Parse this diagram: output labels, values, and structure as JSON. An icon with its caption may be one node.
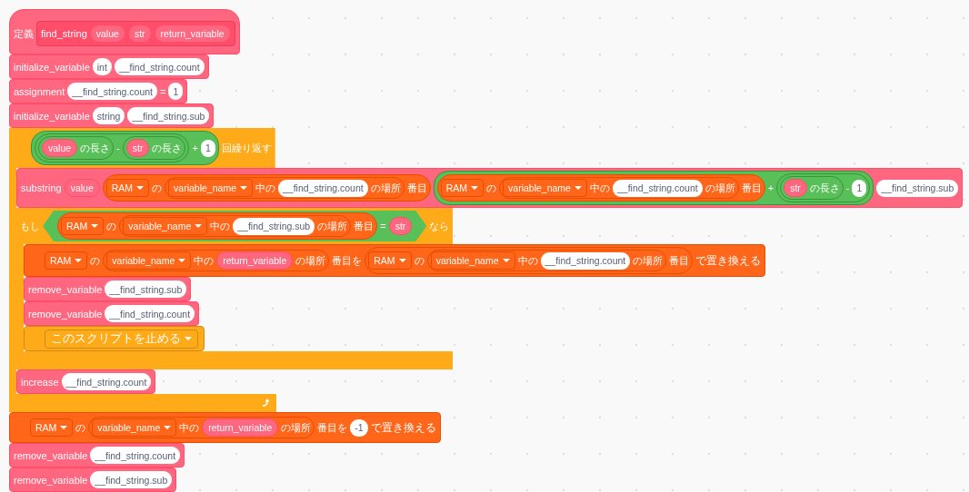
{
  "diagram": {
    "nodes": [
      {
        "text": [
          "定義"
        ]
      },
      {
        "text": [
          "find_string"
        ],
        "in": 0
      },
      {
        "text": [
          "value"
        ],
        "in": 1
      },
      {
        "text": [
          "str"
        ],
        "in": 1
      },
      {
        "text": [
          "return_variable"
        ],
        "in": 1
      },
      {
        "text": [
          "initialize_variable"
        ]
      },
      {
        "text": [
          "int"
        ],
        "in": 5
      },
      {
        "text": [
          "__find_string.count"
        ],
        "in": 5
      },
      {
        "text": [
          "assignment",
          "="
        ]
      },
      {
        "text": [
          "__find_string.count"
        ],
        "in": 8
      },
      {
        "text": [
          "1"
        ],
        "in": 8
      },
      {
        "text": [
          "initialize_variable"
        ]
      },
      {
        "text": [
          "string"
        ],
        "in": 11
      },
      {
        "text": [
          "__find_string.sub"
        ],
        "in": 11
      },
      {
        "text": [
          "回繰り返す"
        ]
      },
      {
        "text": [
          "+"
        ],
        "in": 14
      },
      {
        "text": [
          "-"
        ],
        "in": 15
      },
      {
        "text": [
          "の長さ"
        ],
        "in": 16
      },
      {
        "text": [
          "value"
        ],
        "in": 17
      },
      {
        "text": [
          "の長さ"
        ],
        "in": 16
      },
      {
        "text": [
          "str"
        ],
        "in": 19
      },
      {
        "text": [
          "1"
        ],
        "in": 15
      },
      {
        "text": [
          "substring"
        ],
        "in": 14
      },
      {
        "text": [
          "value"
        ],
        "in": 22
      },
      {
        "text": [
          "の",
          "番目"
        ],
        "in": 22
      },
      {
        "text": [
          "RAM"
        ],
        "in": 24
      },
      {
        "text": [
          "中の",
          "の場所"
        ],
        "in": 24
      },
      {
        "text": [
          "variable_name"
        ],
        "in": 26
      },
      {
        "text": [
          "__find_string.count"
        ],
        "in": 26
      },
      {
        "text": [
          "+"
        ],
        "in": 22
      },
      {
        "text": [
          "の",
          "番目"
        ],
        "in": 29
      },
      {
        "text": [
          "RAM"
        ],
        "in": 30
      },
      {
        "text": [
          "中の",
          "の場所"
        ],
        "in": 30
      },
      {
        "text": [
          "variable_name"
        ],
        "in": 32
      },
      {
        "text": [
          "__find_string.count"
        ],
        "in": 32
      },
      {
        "text": [
          "-"
        ],
        "in": 29
      },
      {
        "text": [
          "の長さ"
        ],
        "in": 35
      },
      {
        "text": [
          "str"
        ],
        "in": 36
      },
      {
        "text": [
          "1"
        ],
        "in": 35
      },
      {
        "text": [
          "__find_string.sub"
        ],
        "in": 22
      },
      {
        "text": [
          "もし",
          "なら"
        ],
        "in": 14
      },
      {
        "text": [
          "="
        ],
        "in": 40
      },
      {
        "text": [
          "の",
          "番目"
        ],
        "in": 41
      },
      {
        "text": [
          "RAM"
        ],
        "in": 42
      },
      {
        "text": [
          "中の",
          "の場所"
        ],
        "in": 42
      },
      {
        "text": [
          "variable_name"
        ],
        "in": 44
      },
      {
        "text": [
          "__find_string.sub"
        ],
        "in": 44
      },
      {
        "text": [
          "str"
        ],
        "in": 41
      },
      {
        "text": [
          "の",
          "番目を",
          "で置き換える"
        ],
        "in": 40
      },
      {
        "text": [
          "RAM"
        ],
        "in": 48
      },
      {
        "text": [
          "中の",
          "の場所"
        ],
        "in": 48
      },
      {
        "text": [
          "variable_name"
        ],
        "in": 50
      },
      {
        "text": [
          "return_variable"
        ],
        "in": 50
      },
      {
        "text": [
          "の",
          "番目"
        ],
        "in": 48
      },
      {
        "text": [
          "RAM"
        ],
        "in": 53
      },
      {
        "text": [
          "中の",
          "の場所"
        ],
        "in": 53
      },
      {
        "text": [
          "variable_name"
        ],
        "in": 55
      },
      {
        "text": [
          "__find_string.count"
        ],
        "in": 55
      },
      {
        "text": [
          "remove_variable"
        ],
        "in": 40
      },
      {
        "text": [
          "__find_string.sub"
        ],
        "in": 58
      },
      {
        "text": [
          "remove_variable"
        ],
        "in": 40
      },
      {
        "text": [
          "__find_string.count"
        ],
        "in": 60
      },
      {
        "text": [
          "このスクリプトを止める"
        ],
        "in": 40
      },
      {
        "text": [
          "increase"
        ],
        "in": 14
      },
      {
        "text": [
          "__find_string.count"
        ],
        "in": 63
      },
      {
        "text": [
          "の",
          "番目を",
          "で置き換える"
        ]
      },
      {
        "text": [
          "RAM"
        ],
        "in": 65
      },
      {
        "text": [
          "中の",
          "の場所"
        ],
        "in": 65
      },
      {
        "text": [
          "variable_name"
        ],
        "in": 67
      },
      {
        "text": [
          "return_variable"
        ],
        "in": 67
      },
      {
        "text": [
          "-1"
        ],
        "in": 65
      },
      {
        "text": [
          "remove_variable"
        ]
      },
      {
        "text": [
          "__find_string.count"
        ],
        "in": 71
      },
      {
        "text": [
          "remove_variable"
        ]
      },
      {
        "text": [
          "__find_string.sub"
        ],
        "in": 73
      }
    ]
  }
}
